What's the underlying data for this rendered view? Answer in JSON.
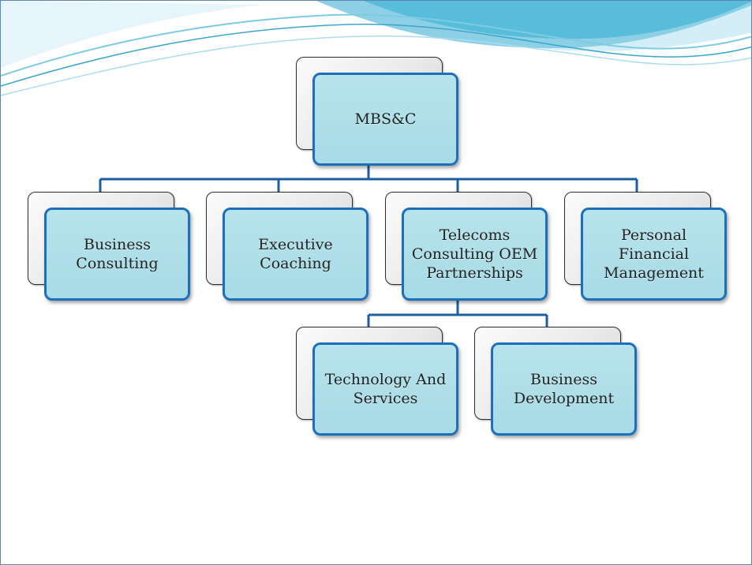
{
  "org_chart": {
    "root": {
      "label": "MBS&C"
    },
    "level1": [
      {
        "label": "Business Consulting"
      },
      {
        "label": "Executive Coaching"
      },
      {
        "label": "Telecoms Consulting OEM Partnerships"
      },
      {
        "label": "Personal Financial Management"
      }
    ],
    "level2": [
      {
        "label": "Technology And Services"
      },
      {
        "label": "Business Development"
      }
    ]
  },
  "colors": {
    "node_fill": "#a9dbe6",
    "node_border": "#1c6fb8",
    "connector": "#1c5fa0",
    "wave_primary": "#4fb8d8",
    "wave_light": "#bfe6f3"
  }
}
